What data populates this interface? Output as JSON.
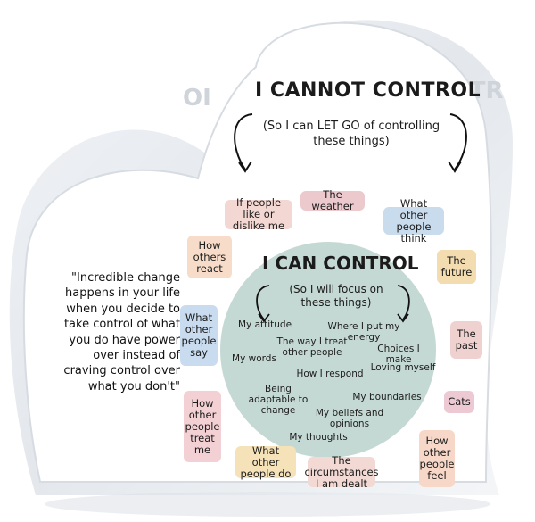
{
  "title_cannot": "I CANNOT CONTROL",
  "subtitle_cannot": "(So I can LET GO of controlling these things)",
  "title_can": "I CAN CONTROL",
  "subtitle_can": "(So I will focus on these things)",
  "quote": "\"Incredible change happens in your life when you decide to take control of what you do have power over instead of craving control over what you don't\"",
  "outer_chips": [
    {
      "label": "If people like or dislike me",
      "color": "#f3d7d2"
    },
    {
      "label": "The weather",
      "color": "#ecc9cd"
    },
    {
      "label": "What other people think",
      "color": "#c9dcee"
    },
    {
      "label": "How others react",
      "color": "#f6dcc9"
    },
    {
      "label": "The future",
      "color": "#f2dcb0"
    },
    {
      "label": "What other people say",
      "color": "#c8dbef"
    },
    {
      "label": "The past",
      "color": "#efd2d0"
    },
    {
      "label": "Cats",
      "color": "#ecc9d3"
    },
    {
      "label": "How other people treat me",
      "color": "#f3d0d3"
    },
    {
      "label": "What other people do",
      "color": "#f6e2b9"
    },
    {
      "label": "The circumstances I am dealt",
      "color": "#f2d9d4"
    },
    {
      "label": "How other people feel",
      "color": "#f6d7c8"
    }
  ],
  "inner_items": [
    "My attitude",
    "Where I put my energy",
    "The way I treat other people",
    "Choices I make",
    "My words",
    "Loving myself",
    "How I respond",
    "Being adaptable to change",
    "My boundaries",
    "My beliefs and opinions",
    "My thoughts"
  ],
  "colors": {
    "circle": "#c5d9d4",
    "text": "#1b1b1b"
  }
}
